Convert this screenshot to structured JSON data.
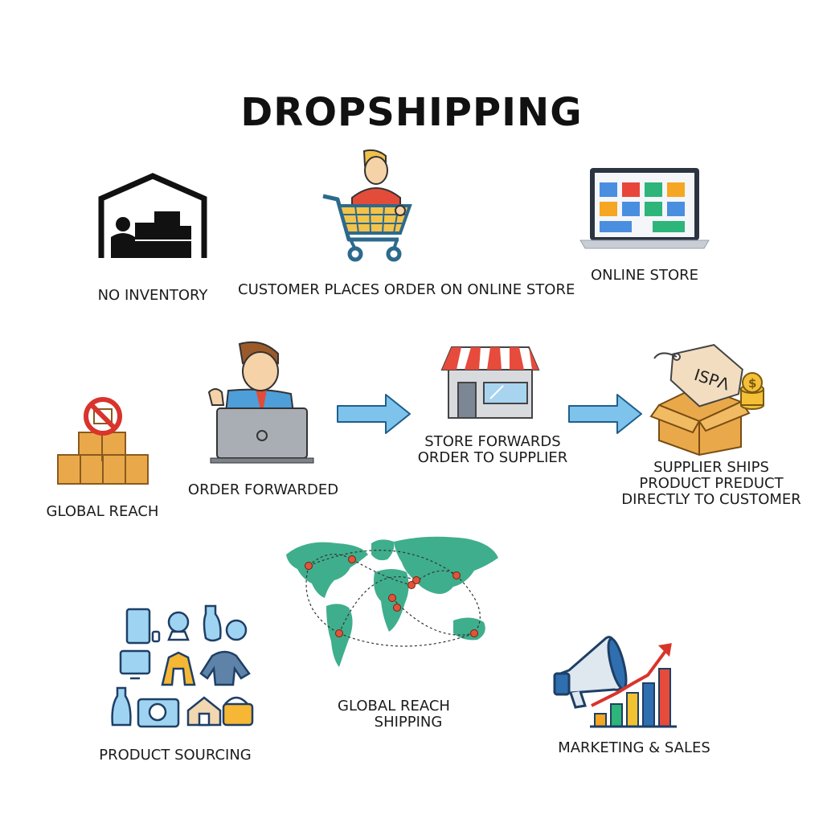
{
  "title": "DROPSHIPPING",
  "labels": {
    "no_inventory": "NO INVENTORY",
    "customer_order": "CUSTOMER PLACES ORDER ON ONLINE STORE",
    "online_store": "ONLINE STORE",
    "global_reach_boxes": "GLOBAL REACH",
    "order_forwarded": "ORDER FORWARDED",
    "store_forwards": [
      "STORE FORWARDS",
      "ORDER TO SUPPLIER"
    ],
    "supplier_ships": [
      "SUPPLIER SHIPS",
      "PRODUCT PREDUCT",
      "DIRECTLY TO CUSTOMER"
    ],
    "product_sourcing": "PRODUCT SOURCING",
    "global_shipping": [
      "GLOBAL REACH",
      "SHIPPING"
    ],
    "marketing_sales": "MARKETING & SALES"
  },
  "tag_text": "ISPɅ",
  "colors": {
    "arrow_fill": "#7ec3ec",
    "arrow_stroke": "#1f5f8b",
    "map_green": "#3fae8c",
    "route_dot": "#e0553a",
    "box_tan": "#e9a94b",
    "awning_red": "#e64b3c"
  },
  "icons": [
    "warehouse-icon",
    "shopping-cart-icon",
    "laptop-store-icon",
    "no-stock-boxes-icon",
    "person-laptop-icon",
    "arrow-right-icon",
    "storefront-icon",
    "shipping-box-tag-icon",
    "products-grid-icon",
    "world-map-icon",
    "megaphone-chart-icon"
  ]
}
